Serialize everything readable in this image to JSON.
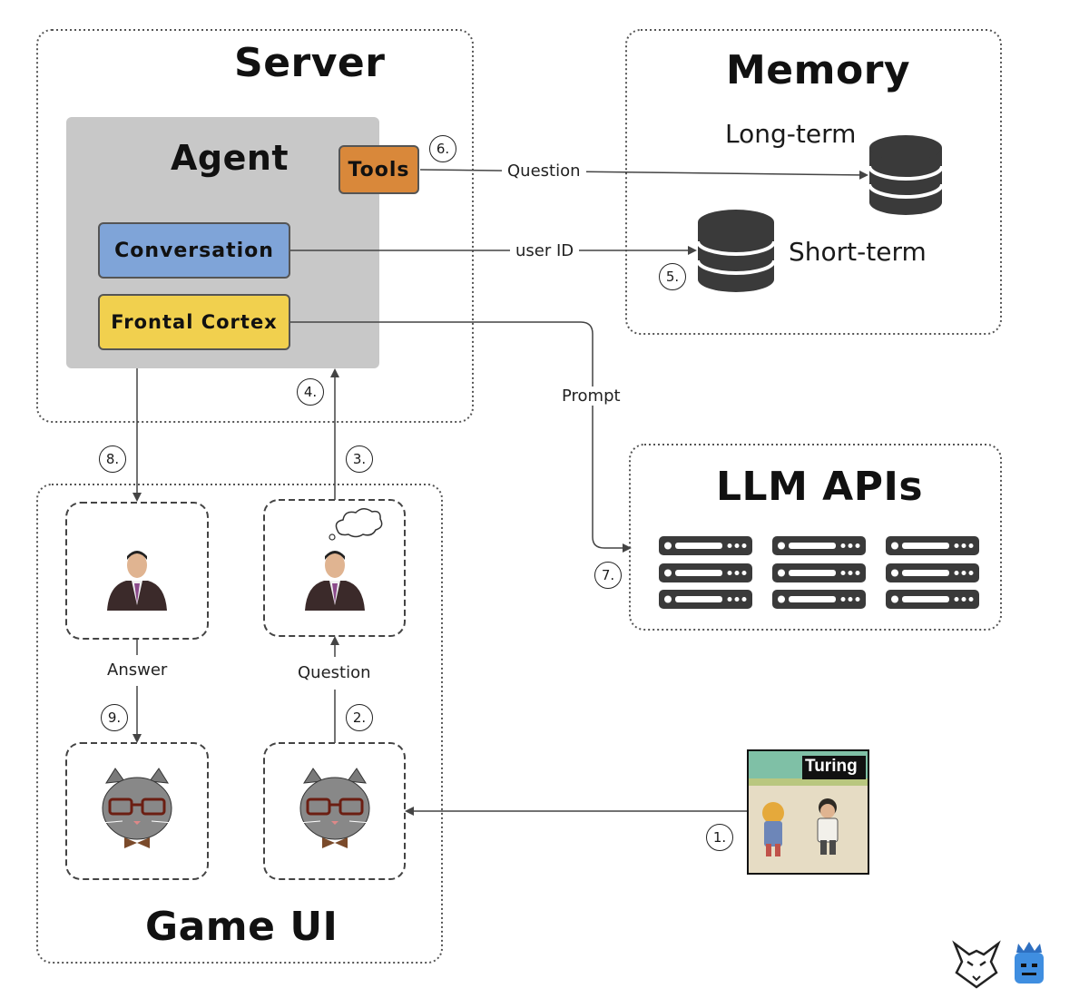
{
  "server": {
    "title": "Server"
  },
  "agent": {
    "title": "Agent",
    "tools": "Tools",
    "conversation": "Conversation",
    "frontal_cortex": "Frontal Cortex"
  },
  "memory": {
    "title": "Memory",
    "long_term": "Long-term",
    "short_term": "Short-term"
  },
  "llm": {
    "title": "LLM APIs"
  },
  "game_ui": {
    "title": "Game UI",
    "game_label": "Turing"
  },
  "edges": {
    "question_tools": "Question",
    "user_id": "user ID",
    "prompt": "Prompt",
    "answer": "Answer",
    "question_ui": "Question"
  },
  "steps": {
    "s1": "1.",
    "s2": "2.",
    "s3": "3.",
    "s4": "4.",
    "s5": "5.",
    "s6": "6.",
    "s7": "7.",
    "s8": "8.",
    "s9": "9."
  },
  "colors": {
    "agent_bg": "#c8c8c8",
    "tools": "#d9883a",
    "conversation": "#7fa4d8",
    "frontal_cortex": "#f1d04e",
    "db": "#3a3a3a"
  }
}
